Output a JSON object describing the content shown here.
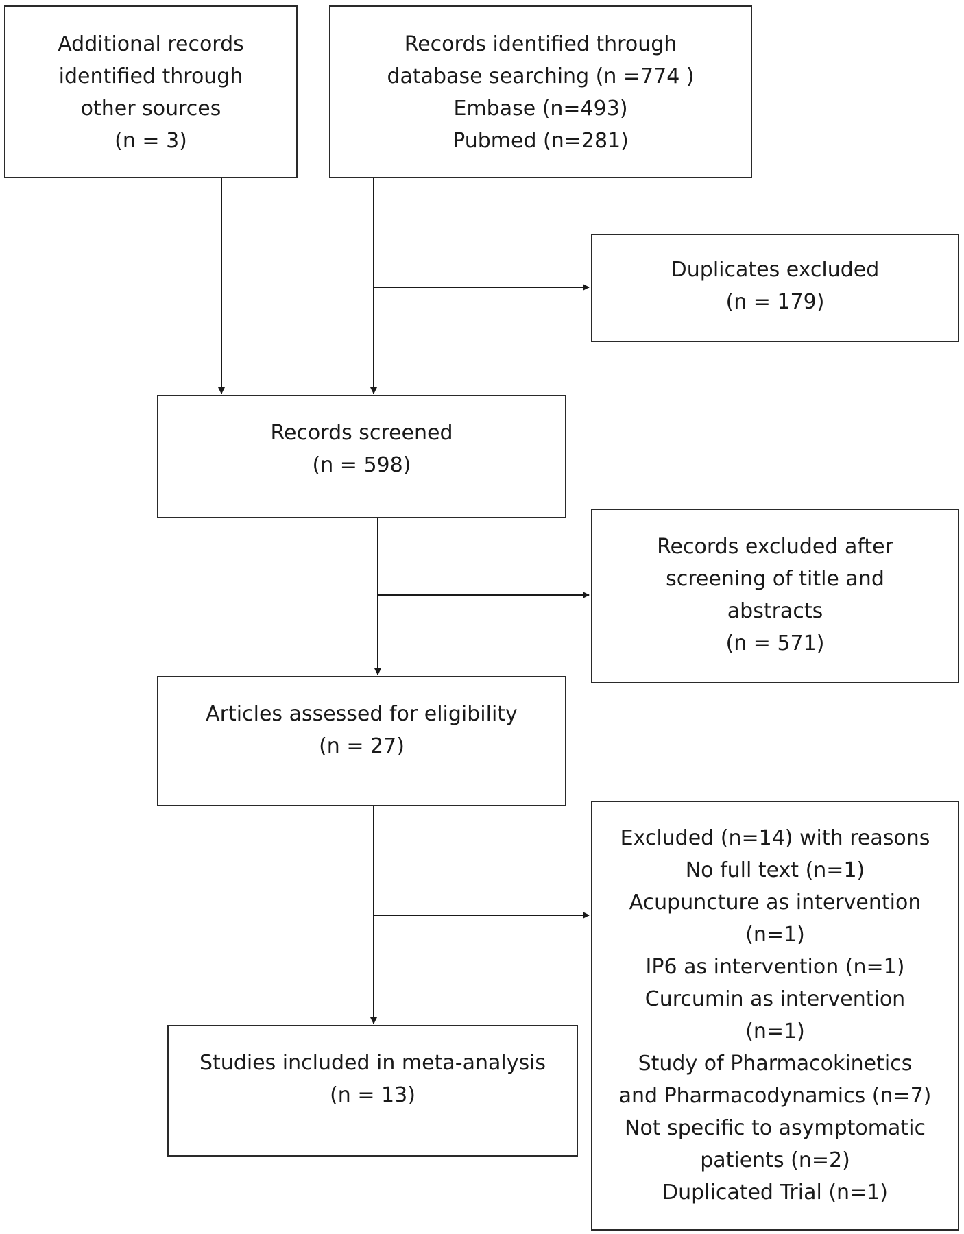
{
  "boxes": {
    "additional": [
      "Additional records",
      "identified through",
      "other sources",
      "(n = 3)"
    ],
    "database": [
      "Records identified through",
      "database searching (n =774 )",
      "Embase (n=493)",
      "Pubmed (n=281)"
    ],
    "duplicates": [
      "Duplicates excluded",
      "(n = 179)"
    ],
    "screened": [
      "Records screened",
      "(n = 598)"
    ],
    "excluded_title": [
      "Records excluded after",
      "screening of title and",
      "abstracts",
      "(n = 571)"
    ],
    "assessed": [
      "Articles assessed for eligibility",
      "(n = 27)"
    ],
    "excluded_reasons": [
      "Excluded (n=14) with reasons",
      "No full text (n=1)",
      "Acupuncture as intervention",
      "(n=1)",
      "IP6 as intervention (n=1)",
      "Curcumin as intervention",
      "(n=1)",
      "Study of Pharmacokinetics",
      "and Pharmacodynamics (n=7)",
      "Not specific to asymptomatic",
      "patients (n=2)",
      "Duplicated Trial (n=1)"
    ],
    "included": [
      "Studies included in meta-analysis",
      "(n = 13)"
    ]
  }
}
